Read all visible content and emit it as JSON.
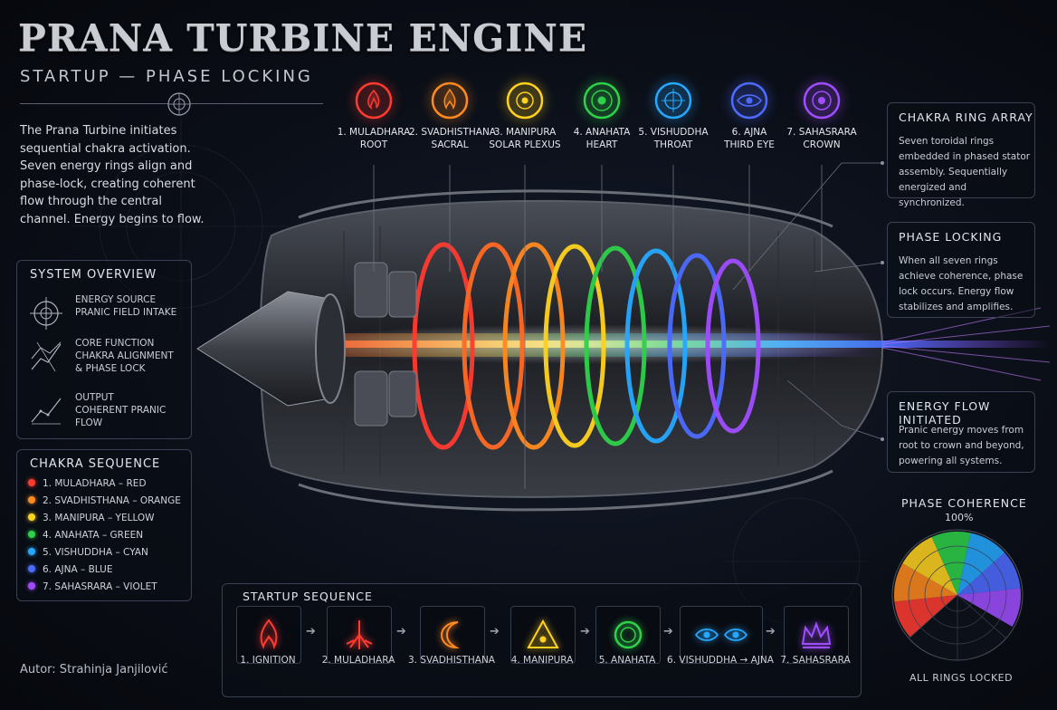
{
  "header": {
    "title": "PRANA TURBINE ENGINE",
    "subtitle": "STARTUP — PHASE LOCKING",
    "intro": "The Prana Turbine initiates sequential chakra activation. Seven energy rings align and phase-lock, creating coherent flow through the central channel. Energy begins to flow."
  },
  "system_overview": {
    "title": "SYSTEM OVERVIEW",
    "items": [
      {
        "icon": "crosshair-icon",
        "line1": "ENERGY SOURCE",
        "line2": "PRANIC FIELD INTAKE"
      },
      {
        "icon": "alignment-graph-icon",
        "line1": "CORE FUNCTION",
        "line2": "CHAKRA ALIGNMENT\n& PHASE LOCK"
      },
      {
        "icon": "rising-graph-icon",
        "line1": "OUTPUT",
        "line2": "COHERENT PRANIC FLOW"
      }
    ]
  },
  "chakra_sequence": {
    "title": "CHAKRA SEQUENCE",
    "items": [
      {
        "label": "1. MULADHARA – RED",
        "color": "#ff3b30"
      },
      {
        "label": "2. SVADHISTHANA – ORANGE",
        "color": "#ff8a1f"
      },
      {
        "label": "3. MANIPURA – YELLOW",
        "color": "#ffd21f"
      },
      {
        "label": "4. ANAHATA – GREEN",
        "color": "#2fd14a"
      },
      {
        "label": "5. VISHUDDHA – CYAN",
        "color": "#27a8ff"
      },
      {
        "label": "6. AJNA – BLUE",
        "color": "#4d6bff"
      },
      {
        "label": "7. SAHASRARA – VIOLET",
        "color": "#a04dff"
      }
    ]
  },
  "chakras": [
    {
      "name": "1. MULADHARA",
      "sub": "ROOT",
      "color": "#ff3b30",
      "icon": "flame-icon"
    },
    {
      "name": "2. SVADHISTHANA",
      "sub": "SACRAL",
      "color": "#ff8a1f",
      "icon": "water-flame-icon"
    },
    {
      "name": "3. MANIPURA",
      "sub": "SOLAR PLEXUS",
      "color": "#ffd21f",
      "icon": "sun-triangle-icon"
    },
    {
      "name": "4. ANAHATA",
      "sub": "HEART",
      "color": "#2fd14a",
      "icon": "lotus-heart-icon"
    },
    {
      "name": "5. VISHUDDHA",
      "sub": "THROAT",
      "color": "#27a8ff",
      "icon": "throat-circle-icon"
    },
    {
      "name": "6. AJNA",
      "sub": "THIRD EYE",
      "color": "#4d6bff",
      "icon": "third-eye-icon"
    },
    {
      "name": "7. SAHASRARA",
      "sub": "CROWN",
      "color": "#a04dff",
      "icon": "crown-lotus-icon"
    }
  ],
  "info_panels": [
    {
      "title": "CHAKRA RING ARRAY",
      "body": "Seven toroidal rings embedded in phased stator assembly. Sequentially energized and synchronized."
    },
    {
      "title": "PHASE LOCKING",
      "body": "When all seven rings achieve coherence, phase lock occurs. Energy flow stabilizes and amplifies."
    },
    {
      "title": "ENERGY FLOW INITIATED",
      "body": "Pranic energy moves from root to crown and beyond, powering all systems."
    }
  ],
  "phase_coherence": {
    "title": "PHASE COHERENCE",
    "value_label": "100%",
    "footer": "ALL RINGS LOCKED",
    "level_percent": 100
  },
  "startup_sequence": {
    "title": "STARTUP SEQUENCE",
    "steps": [
      {
        "label": "1. IGNITION",
        "icon": "ignition-flame-icon",
        "color": "#ff3b30"
      },
      {
        "label": "2. MULADHARA",
        "icon": "root-icon",
        "color": "#ff3b30"
      },
      {
        "label": "3. SVADHISTHANA",
        "icon": "crescent-moon-icon",
        "color": "#ff8a1f"
      },
      {
        "label": "4. MANIPURA",
        "icon": "triangle-icon",
        "color": "#ffd21f"
      },
      {
        "label": "5. ANAHATA",
        "icon": "ring-icon",
        "color": "#2fd14a"
      },
      {
        "label": "6. VISHUDDHA → AJNA",
        "icon": "eyes-icon",
        "color": "#27a8ff"
      },
      {
        "label": "7. SAHASRARA",
        "icon": "crown-icon",
        "color": "#a04dff"
      }
    ]
  },
  "author": "Autor: Strahinja Janjilović"
}
